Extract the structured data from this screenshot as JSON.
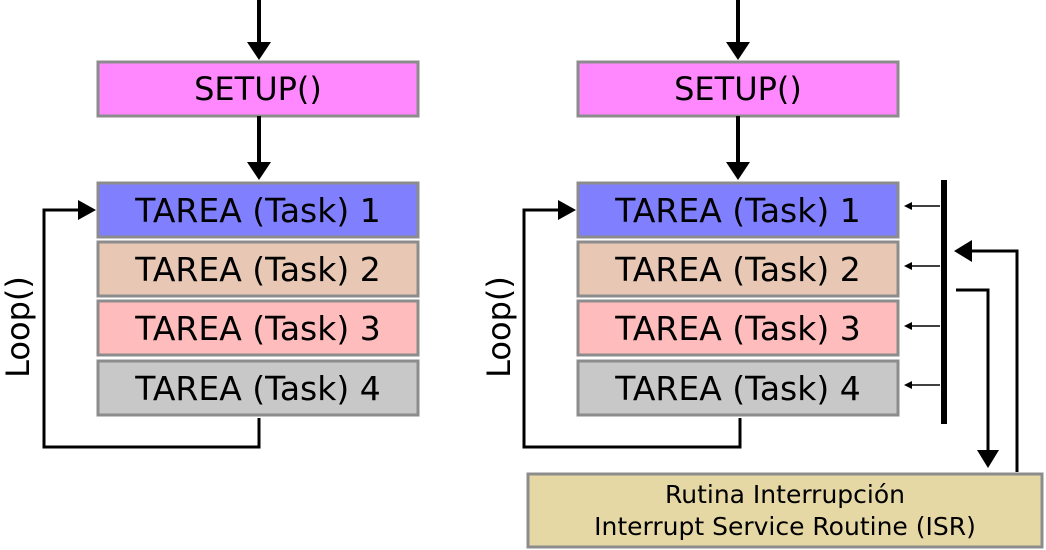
{
  "left": {
    "setup": "SETUP()",
    "tasks": [
      "TAREA (Task) 1",
      "TAREA (Task) 2",
      "TAREA (Task) 3",
      "TAREA (Task) 4"
    ],
    "loop_label": "Loop()"
  },
  "right": {
    "setup": "SETUP()",
    "tasks": [
      "TAREA (Task) 1",
      "TAREA (Task) 2",
      "TAREA (Task) 3",
      "TAREA (Task) 4"
    ],
    "loop_label": "Loop()",
    "isr": {
      "line1": "Rutina Interrupción",
      "line2": "Interrupt Service Routine (ISR)"
    }
  },
  "colors": {
    "setup_fill": "#ff88ff",
    "task1_fill": "#8080ff",
    "task2_fill": "#e8c8b4",
    "task3_fill": "#ffbcbc",
    "task4_fill": "#c8c8c8",
    "isr_fill": "#e6d8a4",
    "box_border": "#8c8c8c"
  }
}
